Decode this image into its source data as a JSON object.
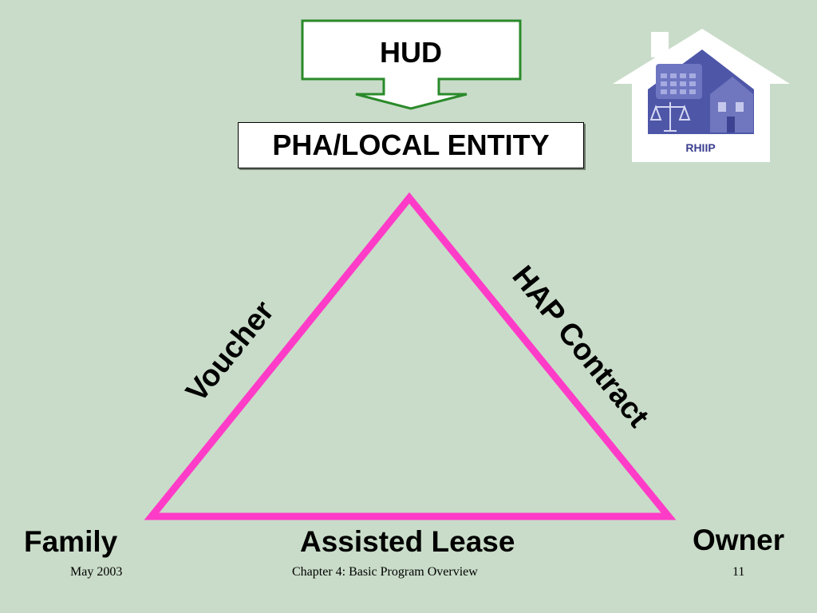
{
  "top_box": {
    "label": "HUD"
  },
  "entity_box": {
    "label": "PHA/LOCAL ENTITY"
  },
  "triangle": {
    "left_side_label": "Voucher",
    "right_side_label": "HAP Contract",
    "left_vertex_label": "Family",
    "bottom_side_label": "Assisted Lease",
    "right_vertex_label": "Owner"
  },
  "logo": {
    "text": "RHIIP"
  },
  "footer": {
    "date": "May 2003",
    "chapter": "Chapter 4: Basic Program Overview",
    "page": "11"
  },
  "colors": {
    "background": "#c9dcc9",
    "triangle_stroke": "#ff3cc8",
    "hud_border": "#2a8a2a",
    "arrow_stroke": "#3aa83a",
    "logo_blue": "#4e56a8"
  }
}
